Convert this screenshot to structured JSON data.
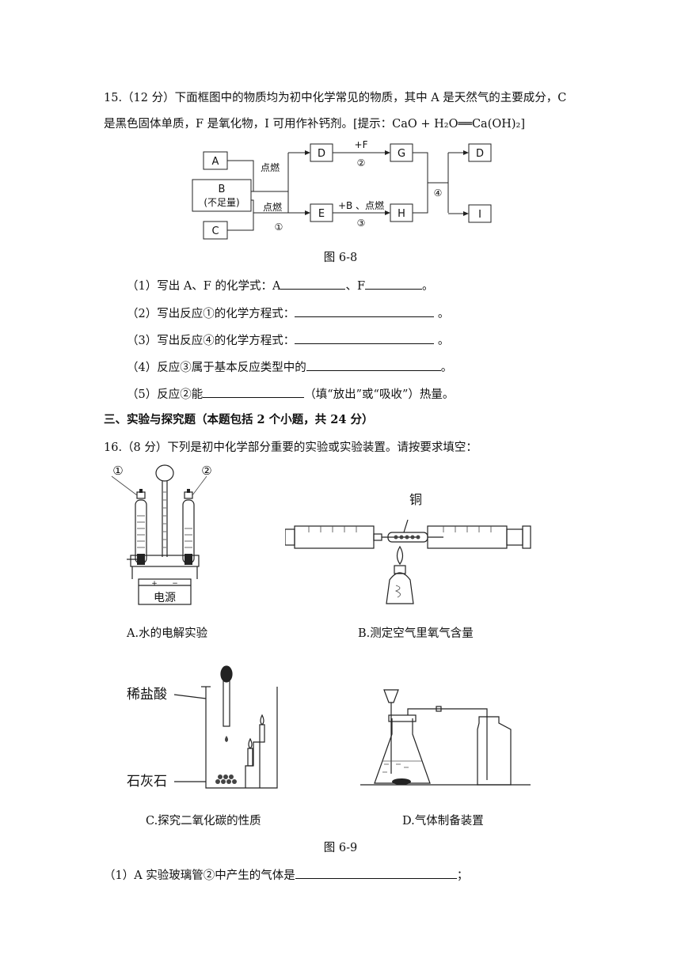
{
  "q15": {
    "line1": "15.（12 分）下面框图中的物质均为初中化学常见的物质，其中 A 是天然气的主要成分，C",
    "line2": "是黑色固体单质，F 是氧化物，I 可用作补钙剂。[提示：CaO + H₂O══Ca(OH)₂]",
    "diagram": {
      "nodes": {
        "A": "A",
        "B": "B",
        "B_note": "(不足量)",
        "C": "C",
        "D": "D",
        "E": "E",
        "G": "G",
        "H": "H",
        "D2": "D",
        "I": "I"
      },
      "labels": {
        "ignite1": "点燃",
        "ignite2": "点燃",
        "r1": "①",
        "plusF": "+F",
        "r2": "②",
        "plusB": "+B 、点燃",
        "r3": "③",
        "r4": "④"
      }
    },
    "figure_caption": "图 6-8",
    "sub1_pre": "（1）写出 A、F 的化学式：A",
    "sub1_mid": "、F",
    "sub1_end": "。",
    "sub2_pre": "（2）写出反应①的化学方程式：",
    "sub2_end": " 。",
    "sub3_pre": "（3）写出反应④的化学方程式：",
    "sub3_end": " 。",
    "sub4_pre": "（4）反应③属于基本反应类型中的",
    "sub4_end": "。",
    "sub5_pre": "（5）反应②能",
    "sub5_end": "（填“放出”或“吸收”）热量。"
  },
  "section3": {
    "title": "三、实验与探究题（本题包括 2 个小题，共 24 分）"
  },
  "q16": {
    "intro": "16.（8 分）下列是初中化学部分重要的实验或实验装置。请按要求填空：",
    "figA": {
      "tube1": "①",
      "tube2": "②",
      "power": "电源",
      "plus": "+",
      "minus": "−",
      "caption": "A.水的电解实验"
    },
    "figB": {
      "copper": "铜",
      "caption": "B.测定空气里氧气含量"
    },
    "figC": {
      "acid": "稀盐酸",
      "limestone": "石灰石",
      "caption": "C.探究二氧化碳的性质"
    },
    "figD": {
      "caption": "D.气体制备装置"
    },
    "figure_caption": "图 6-9",
    "sub1_pre": "（1）A 实验玻璃管②中产生的气体是",
    "sub1_end": "；"
  }
}
